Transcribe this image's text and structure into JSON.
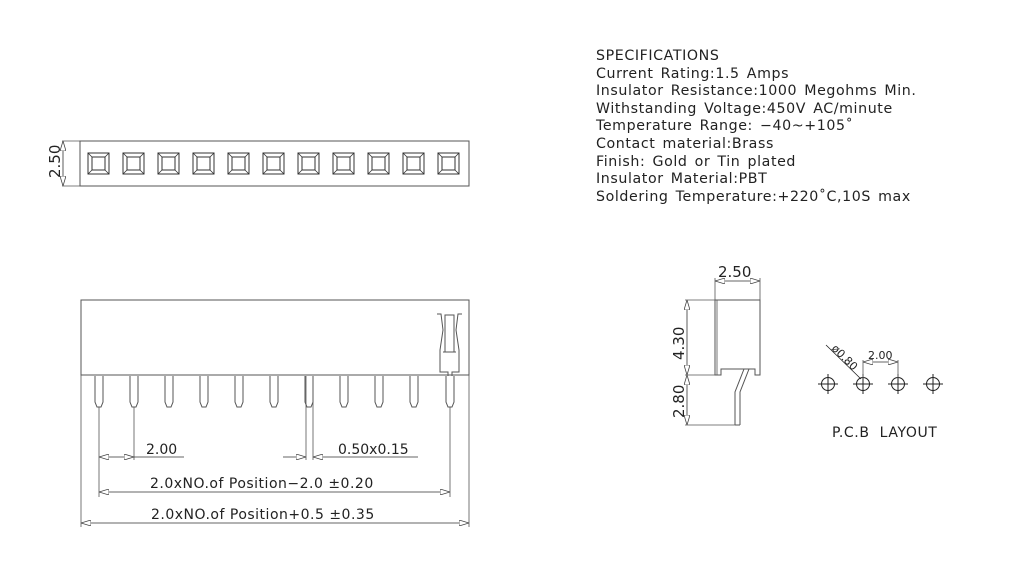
{
  "specifications": {
    "title": "SPECIFICATIONS",
    "lines": [
      "Current Rating:1.5 Amps",
      "Insulator Resistance:1000 Megohms Min.",
      "Withstanding Voltage:450V AC/minute",
      "Temperature Range: −40~+105˚",
      "Contact material:Brass",
      "Finish: Gold or Tin plated",
      "Insulator Material:PBT",
      "Soldering Temperature:+220˚C,10S max"
    ]
  },
  "top_view": {
    "height_dim": "2.50",
    "contact_count": 11
  },
  "front_view": {
    "pitch_dim": "2.00",
    "pin_dim": "0.50x0.15",
    "row_length_dim": "2.0xNO.of Position−2.0 ±0.20",
    "overall_length_dim": "2.0xNO.of Position+0.5 ±0.35",
    "pin_count": 11
  },
  "side_view": {
    "width_dim": "2.50",
    "body_height_dim": "4.30",
    "pin_length_dim": "2.80"
  },
  "pcb_layout": {
    "hole_dim": "ø0.80",
    "pitch_dim": "2.00",
    "label": "P.C.B  LAYOUT",
    "hole_count": 4
  },
  "colors": {
    "line": "#555555",
    "text": "#222222",
    "background": "#ffffff"
  }
}
